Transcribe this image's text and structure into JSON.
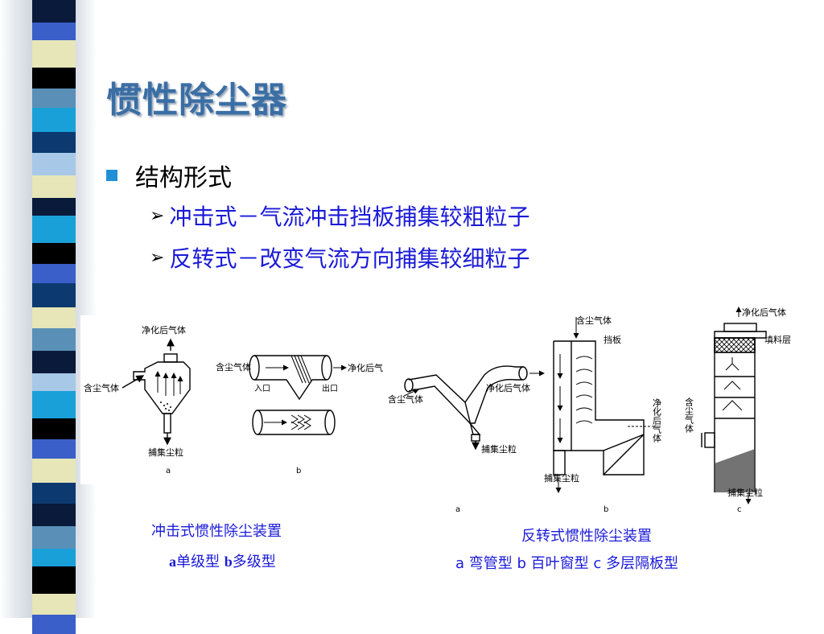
{
  "slide": {
    "title": "惯性除尘器",
    "main_bullet": "结构形式",
    "sub_bullets": [
      "冲击式－气流冲击挡板捕集较粗粒子",
      "反转式－改变气流方向捕集较细粒子"
    ]
  },
  "figure_left": {
    "labels": {
      "clean_gas": "净化后气体",
      "dusty_gas": "含尘气体",
      "collected_dust": "捕集尘粒",
      "inlet": "入口",
      "outlet": "出口",
      "clean_gas_short": "净化后气",
      "a": "a",
      "b": "b"
    },
    "caption_line1": "冲击式惯性除尘装置",
    "caption_a": "a",
    "caption_a_text": "单级型 ",
    "caption_b": "b",
    "caption_b_text": "多级型"
  },
  "figure_right": {
    "labels": {
      "dusty_gas": "含尘气体",
      "clean_gas": "净化后气体",
      "collected_dust": "捕集尘粒",
      "baffle": "挡板",
      "packing_layer": "填料层",
      "clean_gas_vertical": "净化后气体",
      "dusty_gas_vertical": "含尘气体",
      "a": "a",
      "b": "b",
      "c": "c"
    },
    "caption_line1": "反转式惯性除尘装置",
    "caption_line2": "a 弯管型 b 百叶窗型 c 多层隔板型"
  },
  "theme": {
    "title_color": "#3a6ea5",
    "text_blue": "#1a1ad8",
    "bullet_color": "#1f8fd6"
  },
  "stripe_colors": [
    "#0a1a3a",
    "#3a5fc8",
    "#e6e6b8",
    "#000000",
    "#5a90b8",
    "#1aa0d8",
    "#0c3a70",
    "#a8c8e8"
  ]
}
